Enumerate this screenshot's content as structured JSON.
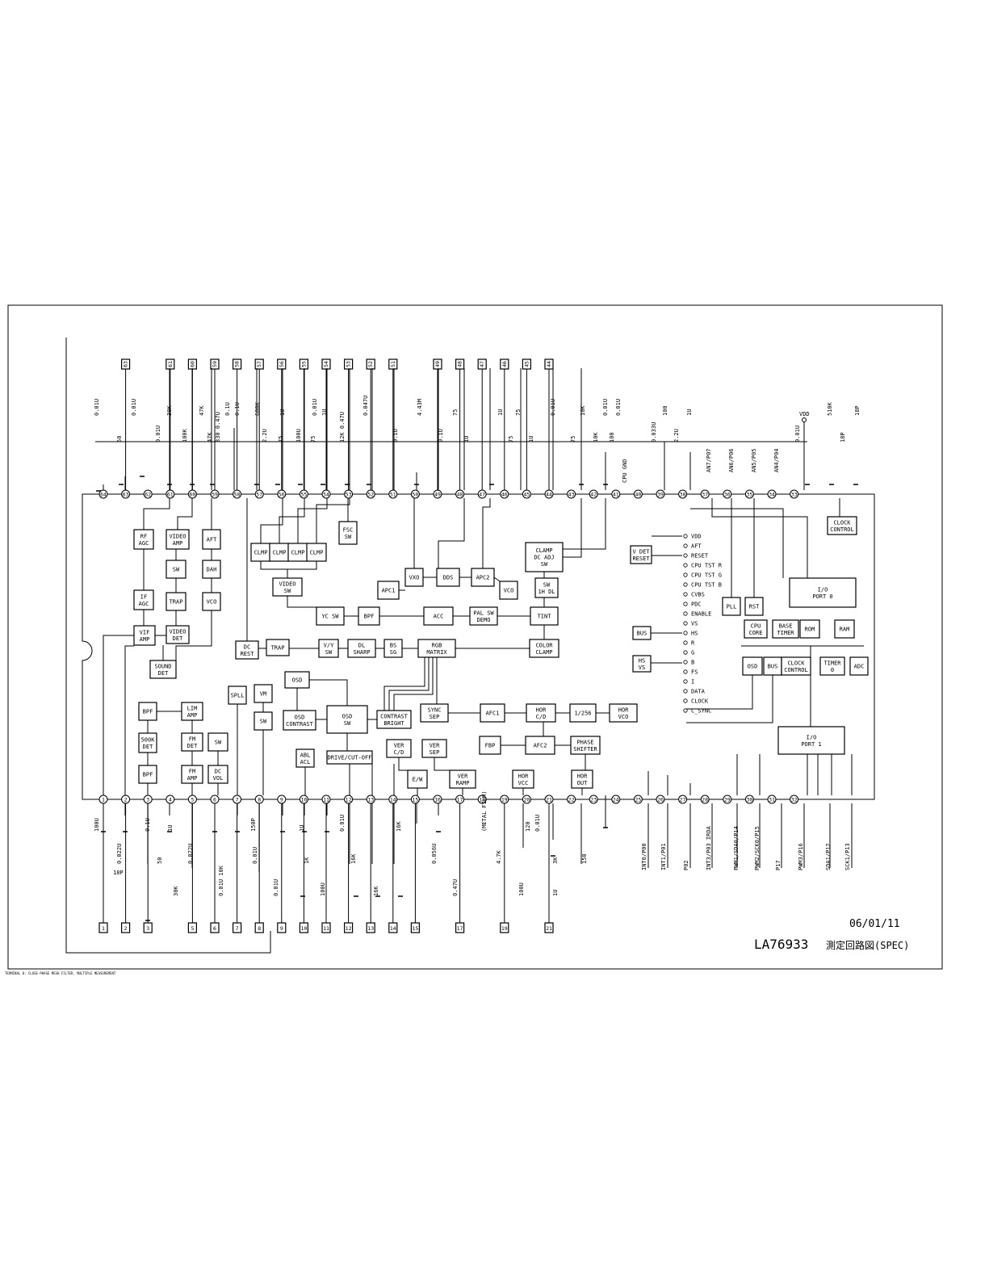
{
  "title": {
    "part": "LA76933",
    "desc": "測定回路図(SPEC)",
    "date": "06/01/11"
  },
  "footer_note": "TERMINAL 8: CLOSE-PHASE MESH FILTER, MULTIPLE MEASUREMENT",
  "power": {
    "vdd": "VDD",
    "cpu_gnd": "CPU GND"
  },
  "pins_bottom": [
    "1",
    "2",
    "3",
    "4",
    "5",
    "6",
    "7",
    "8",
    "9",
    "10",
    "11",
    "12",
    "13",
    "14",
    "15",
    "16",
    "17",
    "18",
    "19",
    "20",
    "21",
    "22",
    "23",
    "24",
    "25",
    "26",
    "27",
    "28",
    "29",
    "30",
    "31",
    "32"
  ],
  "pins_top": [
    "64",
    "63",
    "62",
    "61",
    "60",
    "59",
    "58",
    "57",
    "56",
    "55",
    "54",
    "53",
    "52",
    "51",
    "50",
    "49",
    "48",
    "47",
    "46",
    "45",
    "44",
    "43",
    "42",
    "41",
    "40",
    "39",
    "38",
    "37",
    "36",
    "35",
    "34",
    "33"
  ],
  "ext_top": [
    "63",
    "61",
    "60",
    "59",
    "58",
    "57",
    "56",
    "55",
    "54",
    "53",
    "52",
    "51",
    "49",
    "48",
    "47",
    "46",
    "45",
    "44"
  ],
  "ext_bottom": [
    "1",
    "2",
    "3",
    "5",
    "6",
    "7",
    "8",
    "9",
    "10",
    "11",
    "12",
    "13",
    "14",
    "15",
    "17",
    "19",
    "21"
  ],
  "blocks": [
    {
      "id": "rf-agc",
      "lines": [
        "RF",
        "AGC"
      ]
    },
    {
      "id": "video-amp",
      "lines": [
        "VIDEO",
        "AMP"
      ]
    },
    {
      "id": "aft",
      "lines": [
        "AFT"
      ]
    },
    {
      "id": "sw-1",
      "lines": [
        "SW"
      ]
    },
    {
      "id": "dah",
      "lines": [
        "DAH"
      ]
    },
    {
      "id": "if-agc",
      "lines": [
        "IF",
        "AGC"
      ]
    },
    {
      "id": "trap-1",
      "lines": [
        "TRAP"
      ]
    },
    {
      "id": "vco-1",
      "lines": [
        "VCO"
      ]
    },
    {
      "id": "vif-amp",
      "lines": [
        "VIF",
        "AMP"
      ]
    },
    {
      "id": "video-det",
      "lines": [
        "VIDEO",
        "DET"
      ]
    },
    {
      "id": "sound-det",
      "lines": [
        "SOUND",
        "DET"
      ]
    },
    {
      "id": "clmp-1",
      "lines": [
        "CLMP"
      ]
    },
    {
      "id": "clmp-2",
      "lines": [
        "CLMP"
      ]
    },
    {
      "id": "clmp-3",
      "lines": [
        "CLMP"
      ]
    },
    {
      "id": "clmp-4",
      "lines": [
        "CLMP"
      ]
    },
    {
      "id": "fsc-sw",
      "lines": [
        "FSC",
        "SW"
      ]
    },
    {
      "id": "video-sw",
      "lines": [
        "VIDEO",
        "SW"
      ]
    },
    {
      "id": "vxo",
      "lines": [
        "VXO"
      ]
    },
    {
      "id": "dds",
      "lines": [
        "DDS"
      ]
    },
    {
      "id": "apc2-1",
      "lines": [
        "APC2"
      ]
    },
    {
      "id": "apc1-1",
      "lines": [
        "APC1"
      ]
    },
    {
      "id": "vco-2",
      "lines": [
        "VCO"
      ]
    },
    {
      "id": "clamp-dc-adj",
      "lines": [
        "CLAMP",
        "DC ADJ",
        "SW"
      ]
    },
    {
      "id": "sw-1h-dl",
      "lines": [
        "SW",
        "1H DL"
      ]
    },
    {
      "id": "yc-sw",
      "lines": [
        "YC SW"
      ]
    },
    {
      "id": "bpf-1",
      "lines": [
        "BPF"
      ]
    },
    {
      "id": "acc",
      "lines": [
        "ACC"
      ]
    },
    {
      "id": "pal-sw-demo",
      "lines": [
        "PAL SW",
        "DEMO"
      ]
    },
    {
      "id": "tint",
      "lines": [
        "TINT"
      ]
    },
    {
      "id": "dc-rest",
      "lines": [
        "DC",
        "REST"
      ]
    },
    {
      "id": "trap-2",
      "lines": [
        "TRAP"
      ]
    },
    {
      "id": "vy-sw",
      "lines": [
        "V/Y",
        "SW"
      ]
    },
    {
      "id": "dl-sharp",
      "lines": [
        "DL",
        "SHARP"
      ]
    },
    {
      "id": "bs-sg",
      "lines": [
        "BS",
        "SG"
      ]
    },
    {
      "id": "rgb-matrix",
      "lines": [
        "RGB",
        "MATRIX"
      ]
    },
    {
      "id": "color-clamp",
      "lines": [
        "COLOR",
        "CLAMP"
      ]
    },
    {
      "id": "spll",
      "lines": [
        "SPLL"
      ]
    },
    {
      "id": "vm",
      "lines": [
        "VM"
      ]
    },
    {
      "id": "sw-2",
      "lines": [
        "SW"
      ]
    },
    {
      "id": "osd-1",
      "lines": [
        "OSD"
      ]
    },
    {
      "id": "osd-contrast",
      "lines": [
        "OSD",
        "CONTRAST"
      ]
    },
    {
      "id": "osd-sw",
      "lines": [
        "OSD",
        "SW"
      ]
    },
    {
      "id": "contrast-bright",
      "lines": [
        "CONTRAST",
        "BRIGHT"
      ]
    },
    {
      "id": "sync-sep",
      "lines": [
        "SYNC",
        "SEP"
      ]
    },
    {
      "id": "afc1",
      "lines": [
        "AFC1"
      ]
    },
    {
      "id": "hor-cd",
      "lines": [
        "HOR",
        "C/D"
      ]
    },
    {
      "id": "div-256",
      "lines": [
        "1/256"
      ]
    },
    {
      "id": "hor-vco",
      "lines": [
        "HOR",
        "VCO"
      ]
    },
    {
      "id": "bpf-2",
      "lines": [
        "BPF"
      ]
    },
    {
      "id": "lim-amp",
      "lines": [
        "LIM",
        "AMP"
      ]
    },
    {
      "id": "det-500k",
      "lines": [
        "500K",
        "DET"
      ]
    },
    {
      "id": "fm-det",
      "lines": [
        "FM",
        "DET"
      ]
    },
    {
      "id": "sw-3",
      "lines": [
        "SW"
      ]
    },
    {
      "id": "bpf-3",
      "lines": [
        "BPF"
      ]
    },
    {
      "id": "fm-amp",
      "lines": [
        "FM",
        "AMP"
      ]
    },
    {
      "id": "dc-vol",
      "lines": [
        "DC",
        "VOL"
      ]
    },
    {
      "id": "abl-acl",
      "lines": [
        "ABL",
        "ACL"
      ]
    },
    {
      "id": "drive-cutoff",
      "lines": [
        "DRIVE/CUT-OFF"
      ]
    },
    {
      "id": "ver-cd",
      "lines": [
        "VER",
        "C/D"
      ]
    },
    {
      "id": "ver-sep",
      "lines": [
        "VER",
        "SEP"
      ]
    },
    {
      "id": "fbp",
      "lines": [
        "FBP"
      ]
    },
    {
      "id": "afc2",
      "lines": [
        "AFC2"
      ]
    },
    {
      "id": "phase-shifter",
      "lines": [
        "PHASE",
        "SHIFTER"
      ]
    },
    {
      "id": "ew",
      "lines": [
        "E/W"
      ]
    },
    {
      "id": "ver-ramp",
      "lines": [
        "VER",
        "RAMP"
      ]
    },
    {
      "id": "hor-vcc",
      "lines": [
        "HOR",
        "VCC"
      ]
    },
    {
      "id": "hor-out",
      "lines": [
        "HOR",
        "OUT"
      ]
    },
    {
      "id": "v-det-reset",
      "lines": [
        "V DET",
        "RESET"
      ]
    },
    {
      "id": "pll",
      "lines": [
        "PLL"
      ]
    },
    {
      "id": "rst",
      "lines": [
        "RST"
      ]
    },
    {
      "id": "io-port-0",
      "lines": [
        "I/O",
        "PORT 0"
      ]
    },
    {
      "id": "cpu-core",
      "lines": [
        "CPU",
        "CORE"
      ]
    },
    {
      "id": "base-timer",
      "lines": [
        "BASE",
        "TIMER"
      ]
    },
    {
      "id": "rom",
      "lines": [
        "ROM"
      ]
    },
    {
      "id": "ram",
      "lines": [
        "RAM"
      ]
    },
    {
      "id": "bus-1",
      "lines": [
        "BUS"
      ]
    },
    {
      "id": "hs-vs",
      "lines": [
        "HS",
        "VS"
      ]
    },
    {
      "id": "osd-2",
      "lines": [
        "OSD"
      ]
    },
    {
      "id": "bus-2",
      "lines": [
        "BUS"
      ]
    },
    {
      "id": "clock-control-1",
      "lines": [
        "CLOCK",
        "CONTROL"
      ]
    },
    {
      "id": "timer-0",
      "lines": [
        "TIMER",
        "0"
      ]
    },
    {
      "id": "adc",
      "lines": [
        "ADC"
      ]
    },
    {
      "id": "io-port-1",
      "lines": [
        "I/O",
        "PORT 1"
      ]
    },
    {
      "id": "clock-control-2",
      "lines": [
        "CLOCK",
        "CONTROL"
      ]
    }
  ],
  "signals": [
    "VDD",
    "AFT",
    "RESET",
    "CPU TST R",
    "CPU TST G",
    "CPU TST B",
    "CVBS",
    "PDC",
    "ENABLE",
    "VS",
    "HS",
    "R",
    "G",
    "B",
    "FS",
    "I",
    "DATA",
    "CLOCK",
    "C_SYNC"
  ],
  "top_labels": [
    "0.01U",
    "50",
    "0.01U",
    "0.01U",
    "30K",
    "100K",
    "47K",
    "47K",
    "0.1U",
    "330 0.47U",
    "0.1U",
    "2.2U",
    "680K",
    "75",
    "1U",
    "100U",
    "0.01U",
    "75",
    "1U",
    "12K 0.47U",
    "0.047U",
    "0.1U",
    "4.43M",
    "0.1U",
    "75",
    "1U",
    "1U",
    "75",
    "75",
    "1U",
    "0.01U",
    "75",
    "10K",
    "10K",
    "0.01U",
    "100",
    "0.01U",
    "0.033U",
    "100",
    "2.2U",
    "1U",
    "AN7/P07",
    "AN6/P06",
    "AN5/P05",
    "AN4/P04",
    "0.01U",
    "510K",
    "18P",
    "18P"
  ],
  "bottom_labels": [
    "100U",
    "0.022U",
    "18P",
    "0.1U",
    "50",
    "30K",
    "1U",
    "0.022U",
    "0.01U 10K",
    "150P",
    "0.01U",
    "0.01U",
    "1U",
    "1K",
    "100U",
    "0.01U",
    "16K",
    "16K",
    "16K",
    "0.056U",
    "0.47U",
    "(METAL FILM)",
    "4.7K",
    "100U",
    "0.01U",
    "3K",
    "1U",
    "120",
    "150"
  ],
  "port_pins": [
    "INT0/P00",
    "INT1/P01",
    "P02",
    "INT3/P03 IRDA",
    "PWM1/SDA0/P14",
    "PWM2/SCK0/P15",
    "P17",
    "PWM3/P16",
    "SDA1/P12",
    "SCK1/P13"
  ]
}
